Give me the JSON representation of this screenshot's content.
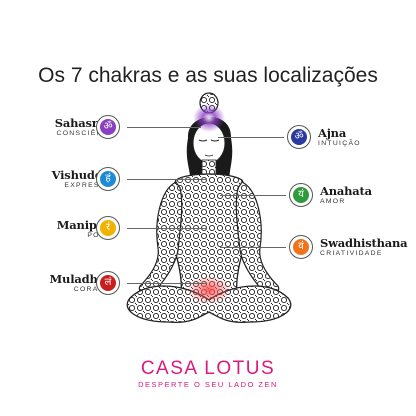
{
  "title": "Os 7 chakras e as suas localizações",
  "chakras": [
    {
      "name": "Sahasrara",
      "meaning": "CONSCIÊNCIA",
      "color": "#8a3fc2",
      "icon": "om-icon",
      "glyph": "ॐ"
    },
    {
      "name": "Ajna",
      "meaning": "INTUIÇÃO",
      "color": "#2a3a9e",
      "icon": "om-icon",
      "glyph": "ॐ"
    },
    {
      "name": "Vishuddha",
      "meaning": "EXPRESSÃO",
      "color": "#1e8ad6",
      "icon": "ham-icon",
      "glyph": "हं"
    },
    {
      "name": "Anahata",
      "meaning": "AMOR",
      "color": "#2e9b3a",
      "icon": "yam-icon",
      "glyph": "यं"
    },
    {
      "name": "Manipura",
      "meaning": "PODER",
      "color": "#f0b400",
      "icon": "ram-icon",
      "glyph": "रं"
    },
    {
      "name": "Swadhisthana",
      "meaning": "CRIATIVIDADE",
      "color": "#f0731c",
      "icon": "vam-icon",
      "glyph": "वं"
    },
    {
      "name": "Muladhara",
      "meaning": "CORAGEM",
      "color": "#c91e1e",
      "icon": "lam-icon",
      "glyph": "लं"
    }
  ],
  "brand": {
    "name": "CASA LOTUS",
    "tagline": "DESPERTE O SEU LADO ZEN",
    "color": "#d81b7f"
  }
}
